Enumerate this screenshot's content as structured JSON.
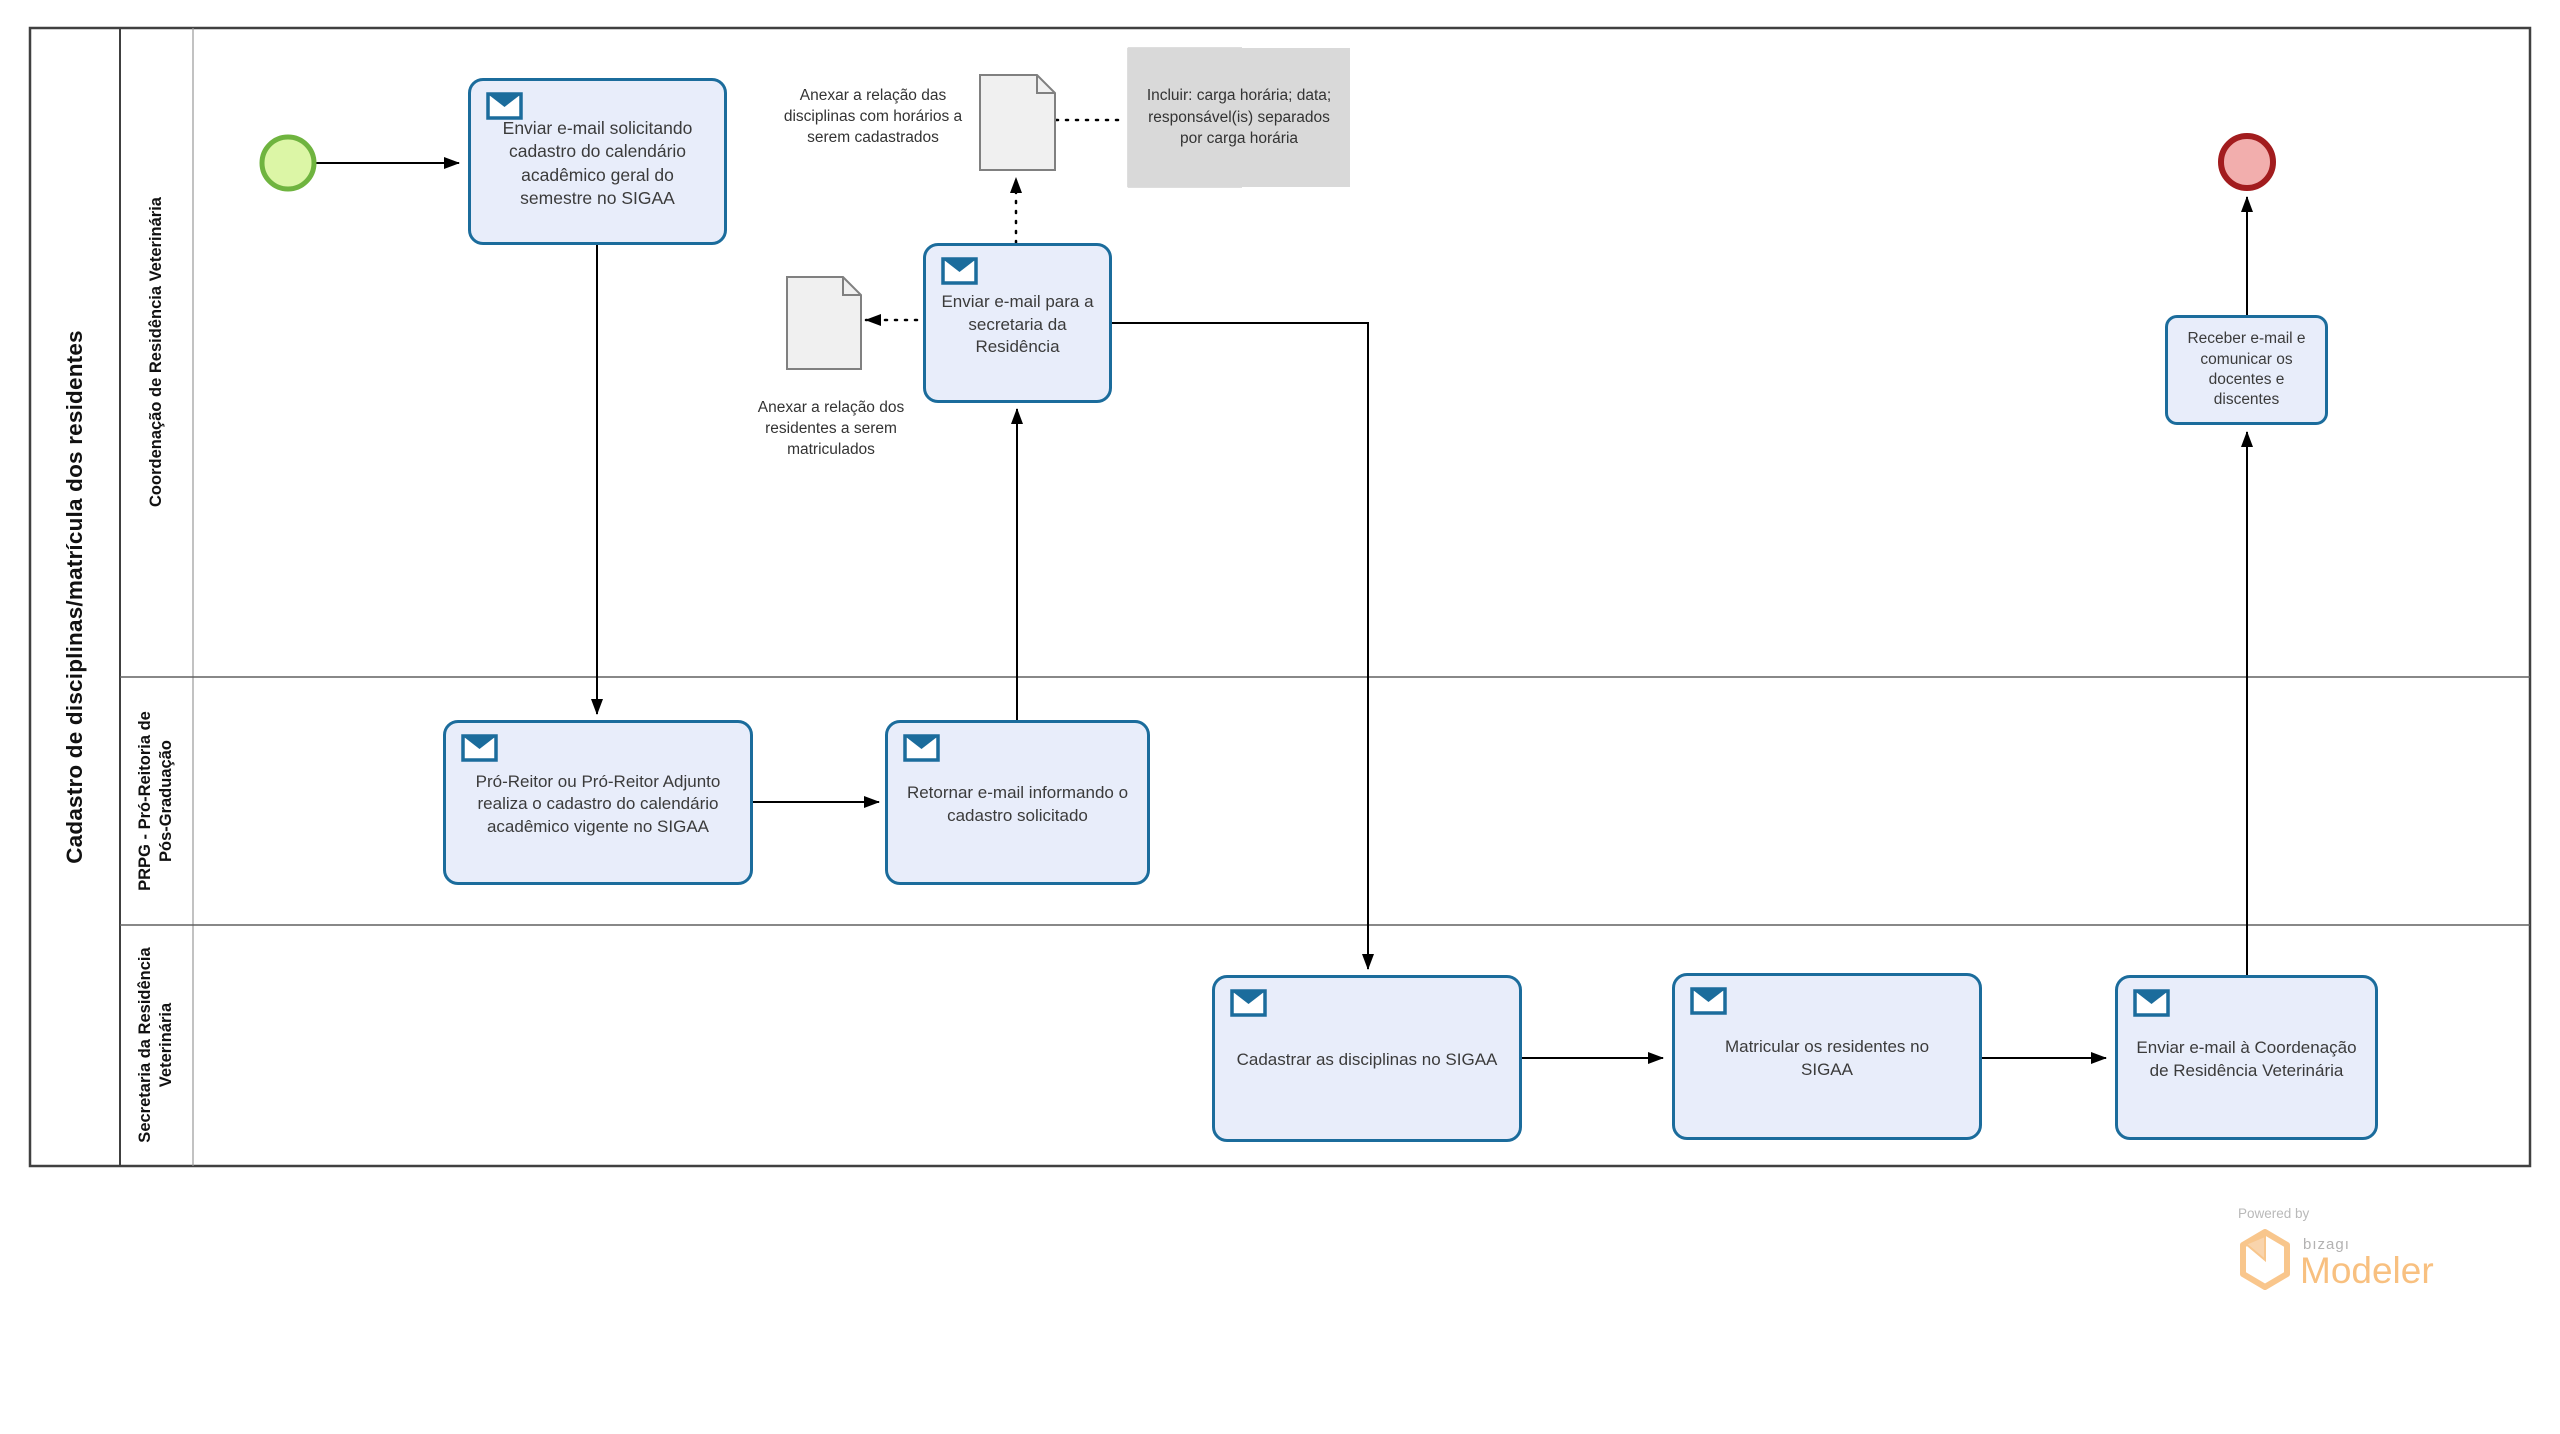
{
  "pool": {
    "title": "Cadastro de disciplinas/matrícula dos residentes"
  },
  "lanes": [
    {
      "label": "Coordenação de Residência Veterinária"
    },
    {
      "label": "PRPG - Pró-Reitoria de\nPós-Graduação"
    },
    {
      "label": "Secretaria da Residência\nVeterinária"
    }
  ],
  "nodes": {
    "start_event": {
      "type": "start-event"
    },
    "end_event": {
      "type": "end-event"
    },
    "task_solicitar_cadastro": {
      "label": "Enviar e-mail solicitando cadastro do calendário acadêmico geral do semestre no SIGAA"
    },
    "task_email_secretaria": {
      "label": "Enviar e-mail para a secretaria da Residência"
    },
    "task_proreitor_cadastro": {
      "label": "Pró-Reitor ou Pró-Reitor Adjunto realiza o cadastro do calendário acadêmico vigente no SIGAA"
    },
    "task_retornar_email": {
      "label": "Retornar e-mail informando o cadastro solicitado"
    },
    "task_cadastrar_disciplinas": {
      "label": "Cadastrar as disciplinas no SIGAA"
    },
    "task_matricular_residentes": {
      "label": "Matricular os residentes no SIGAA"
    },
    "task_enviar_email_coordenacao": {
      "label": "Enviar e-mail à Coordenação de Residência Veterinária"
    },
    "task_receber_email": {
      "label": "Receber e-mail e comunicar os docentes e discentes"
    }
  },
  "data_objects": [
    {
      "label": "Anexar a relação das disciplinas com horários a serem cadastrados"
    },
    {
      "label": "Anexar a relação dos residentes a serem matriculados"
    }
  ],
  "annotation": {
    "text": "Incluir: carga horária; data; responsável(is) separados por carga horária"
  },
  "branding": {
    "powered_by": "Powered by",
    "brand": "bızagı",
    "product": "Modeler"
  },
  "colors": {
    "task_fill": "#e8edfa",
    "task_border": "#1b6c9c",
    "start_fill": "#dcf6a6",
    "start_border": "#6fb43f",
    "end_fill": "#f2aead",
    "end_border": "#a21c1e",
    "doc_fill": "#f0f0f0",
    "doc_border": "#808080",
    "annotation_fill": "#d9d9d9",
    "logo_orange": "#f8c080"
  }
}
